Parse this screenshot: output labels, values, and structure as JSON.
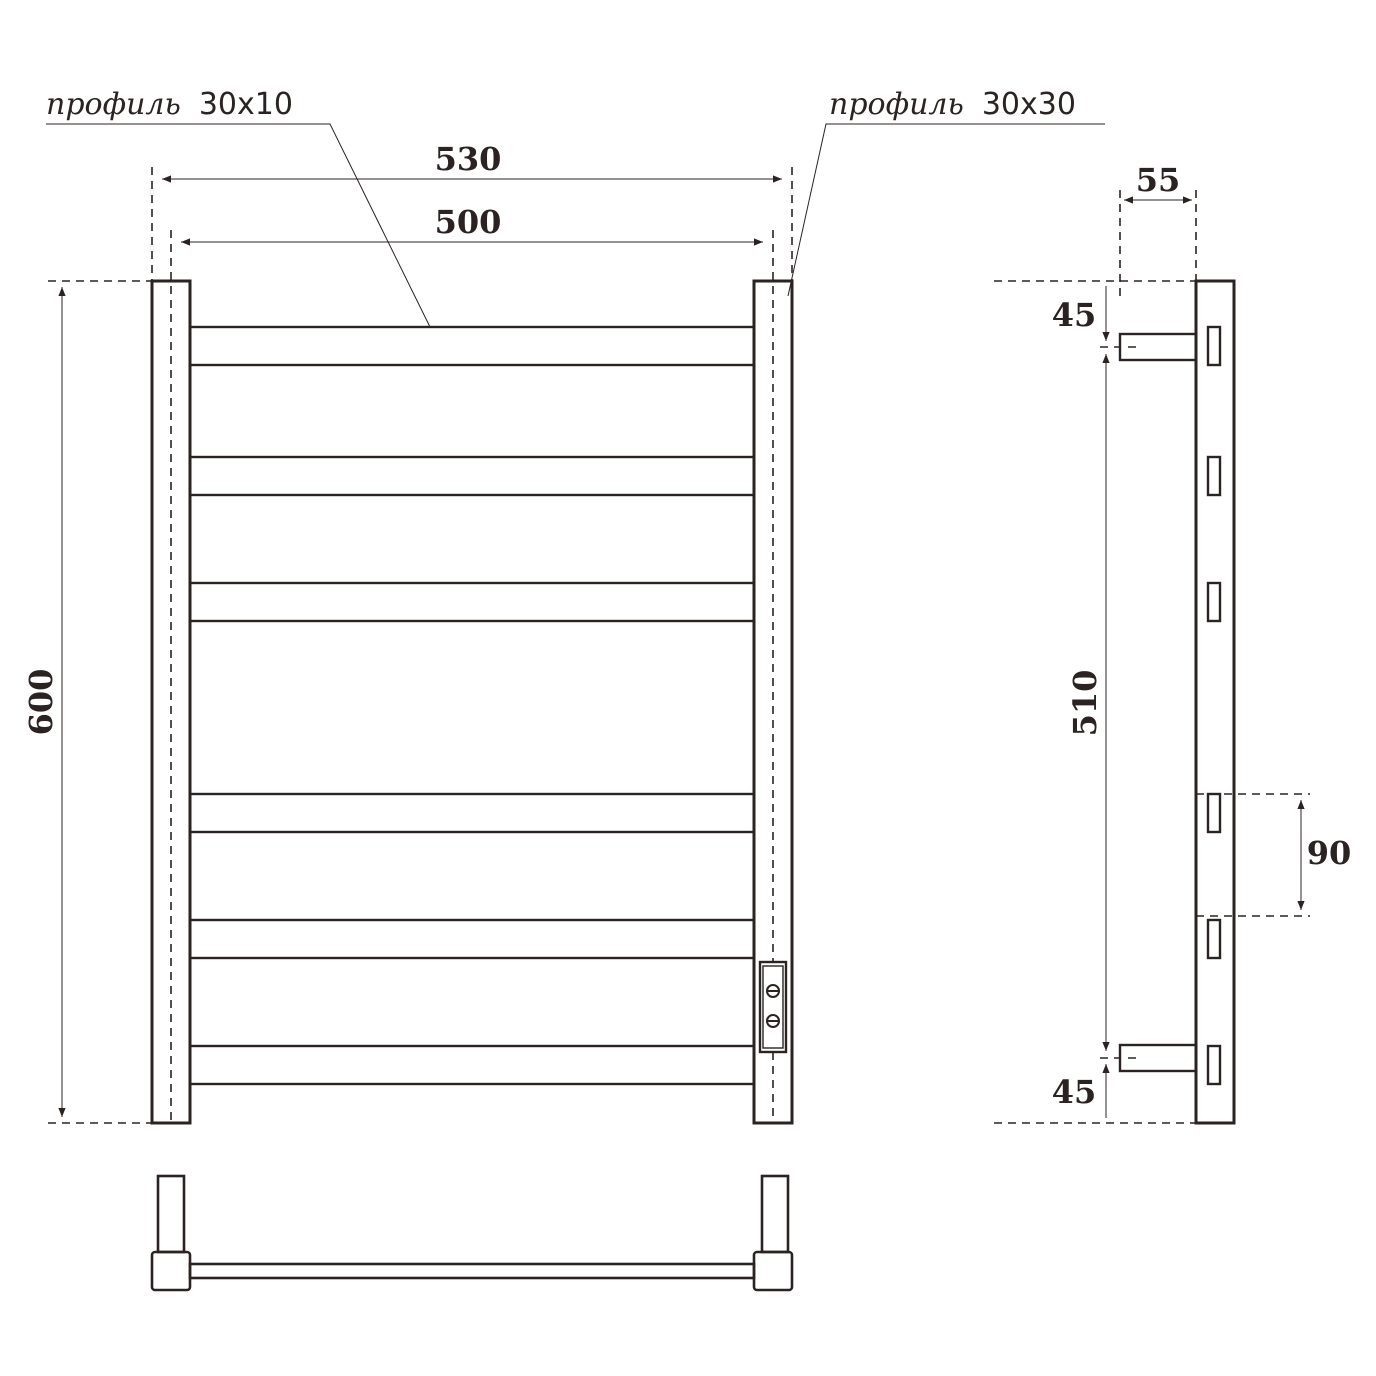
{
  "labels": {
    "profile_left_word": "профиль",
    "profile_left_size": "30x10",
    "profile_right_word": "профиль",
    "profile_right_size": "30x30"
  },
  "dimensions": {
    "outer_width": "530",
    "inner_width": "500",
    "height": "600",
    "mount_depth": "55",
    "top_offset": "45",
    "mount_spacing": "510",
    "bar_pitch": "90",
    "bottom_offset": "45"
  },
  "colors": {
    "ink": "#2a2321",
    "background": "#ffffff"
  }
}
